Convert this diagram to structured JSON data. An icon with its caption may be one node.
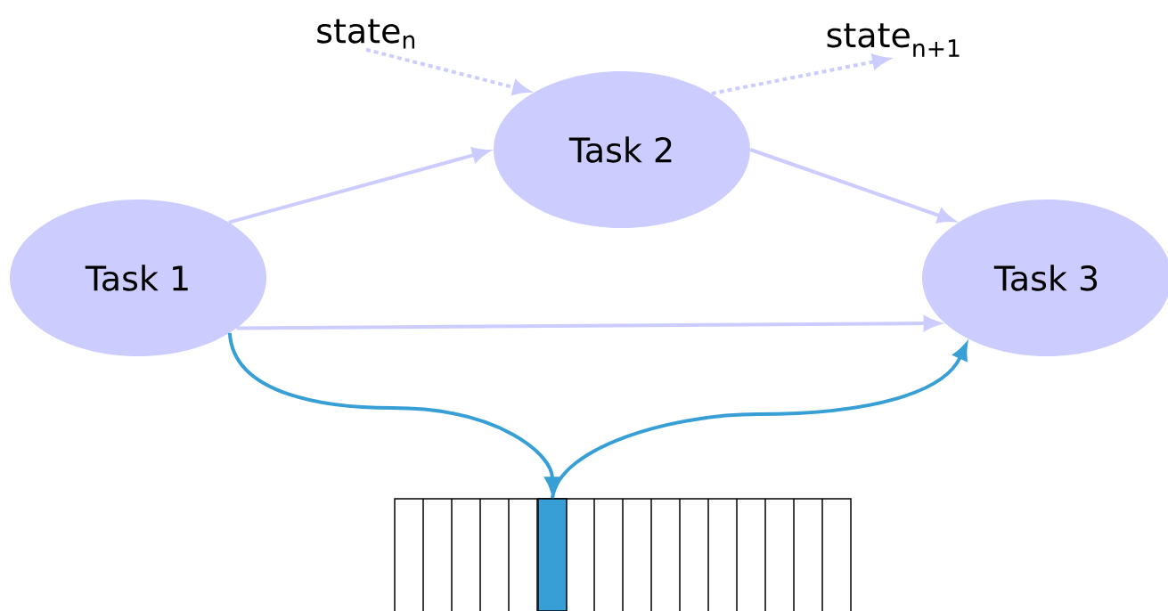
{
  "diagram": {
    "nodes": [
      {
        "text": [
          "Task 1"
        ]
      },
      {
        "text": [
          "Task 2"
        ]
      },
      {
        "text": [
          "Task 3"
        ]
      },
      {
        "text": [
          "state$_{n}$"
        ]
      },
      {
        "text": [
          "state$_{n+1}$"
        ]
      },
      {
        "text": [],
        "shape": "bar"
      }
    ],
    "edges": [
      {
        "from": 0,
        "to": 1,
        "arrow": "to"
      },
      {
        "from": 1,
        "to": 2,
        "arrow": "to"
      },
      {
        "from": 0,
        "to": 2,
        "arrow": "to"
      },
      {
        "from": 3,
        "to": 1,
        "arrow": "to",
        "style": "dashed"
      },
      {
        "from": 1,
        "to": 4,
        "arrow": "to",
        "style": "dashed"
      },
      {
        "from": 0,
        "to": 5,
        "arrow": "to",
        "color": "#389fd6"
      },
      {
        "from": 5,
        "to": 2,
        "arrow": "to",
        "color": "#389fd6"
      }
    ]
  }
}
